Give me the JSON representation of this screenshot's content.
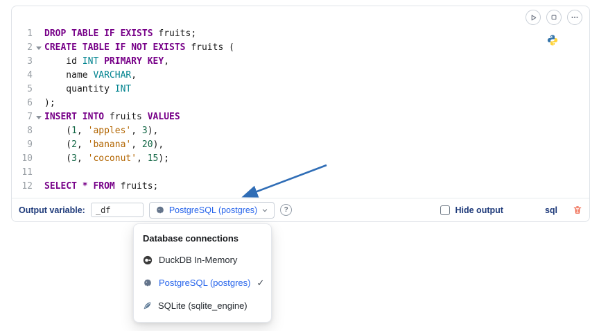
{
  "colors": {
    "kw": "#770088",
    "type": "#00838f",
    "str": "#b26500",
    "num": "#116644",
    "navy": "#1e3a7a",
    "blue": "#2563eb",
    "trash": "#ee5b3e",
    "arrow": "#2f6db6"
  },
  "icons": {
    "run": "play-triangle",
    "stop": "square",
    "menu": "ellipsis-dots",
    "language": "python-logo",
    "connection": "postgres-elephant",
    "dropdown_chevron": "chevron-down",
    "help": "?",
    "hide_output_checkbox": "checkbox-unchecked",
    "delete": "trash",
    "duckdb": "dark-circle-duck",
    "sqlite": "feather",
    "selected_check": "✓"
  },
  "cell": {
    "code": {
      "lines": [
        {
          "num": "1",
          "fold": false,
          "tokens": [
            [
              "kw",
              "DROP TABLE IF EXISTS"
            ],
            [
              "plain",
              " fruits;"
            ]
          ]
        },
        {
          "num": "2",
          "fold": true,
          "tokens": [
            [
              "kw",
              "CREATE TABLE IF NOT EXISTS"
            ],
            [
              "plain",
              " fruits ("
            ]
          ]
        },
        {
          "num": "3",
          "fold": false,
          "tokens": [
            [
              "plain",
              "    id "
            ],
            [
              "type",
              "INT"
            ],
            [
              "plain",
              " "
            ],
            [
              "kw",
              "PRIMARY KEY"
            ],
            [
              "plain",
              ","
            ]
          ]
        },
        {
          "num": "4",
          "fold": false,
          "tokens": [
            [
              "plain",
              "    name "
            ],
            [
              "type",
              "VARCHAR"
            ],
            [
              "plain",
              ","
            ]
          ]
        },
        {
          "num": "5",
          "fold": false,
          "tokens": [
            [
              "plain",
              "    quantity "
            ],
            [
              "type",
              "INT"
            ]
          ]
        },
        {
          "num": "6",
          "fold": false,
          "tokens": [
            [
              "plain",
              ");"
            ]
          ]
        },
        {
          "num": "7",
          "fold": true,
          "tokens": [
            [
              "kw",
              "INSERT INTO"
            ],
            [
              "plain",
              " fruits "
            ],
            [
              "kw",
              "VALUES"
            ]
          ]
        },
        {
          "num": "8",
          "fold": false,
          "tokens": [
            [
              "plain",
              "    ("
            ],
            [
              "num",
              "1"
            ],
            [
              "plain",
              ", "
            ],
            [
              "str",
              "'apples'"
            ],
            [
              "plain",
              ", "
            ],
            [
              "num",
              "3"
            ],
            [
              "plain",
              "),"
            ]
          ]
        },
        {
          "num": "9",
          "fold": false,
          "tokens": [
            [
              "plain",
              "    ("
            ],
            [
              "num",
              "2"
            ],
            [
              "plain",
              ", "
            ],
            [
              "str",
              "'banana'"
            ],
            [
              "plain",
              ", "
            ],
            [
              "num",
              "20"
            ],
            [
              "plain",
              "),"
            ]
          ]
        },
        {
          "num": "10",
          "fold": false,
          "tokens": [
            [
              "plain",
              "    ("
            ],
            [
              "num",
              "3"
            ],
            [
              "plain",
              ", "
            ],
            [
              "str",
              "'coconut'"
            ],
            [
              "plain",
              ", "
            ],
            [
              "num",
              "15"
            ],
            [
              "plain",
              ");"
            ]
          ]
        },
        {
          "num": "11",
          "fold": false,
          "tokens": []
        },
        {
          "num": "12",
          "fold": false,
          "tokens": [
            [
              "kw",
              "SELECT"
            ],
            [
              "plain",
              " "
            ],
            [
              "op",
              "*"
            ],
            [
              "plain",
              " "
            ],
            [
              "kw",
              "FROM"
            ],
            [
              "plain",
              " fruits;"
            ]
          ]
        }
      ]
    }
  },
  "footer": {
    "output_variable_label": "Output variable:",
    "output_variable_value": "_df",
    "connection_label": "PostgreSQL (postgres)",
    "help_glyph": "?",
    "hide_output_label": "Hide output",
    "language_badge": "sql"
  },
  "dropdown": {
    "header": "Database connections",
    "check_glyph": "✓",
    "items": [
      {
        "label": "DuckDB In-Memory",
        "selected": false
      },
      {
        "label": "PostgreSQL (postgres)",
        "selected": true
      },
      {
        "label": "SQLite (sqlite_engine)",
        "selected": false
      }
    ]
  }
}
